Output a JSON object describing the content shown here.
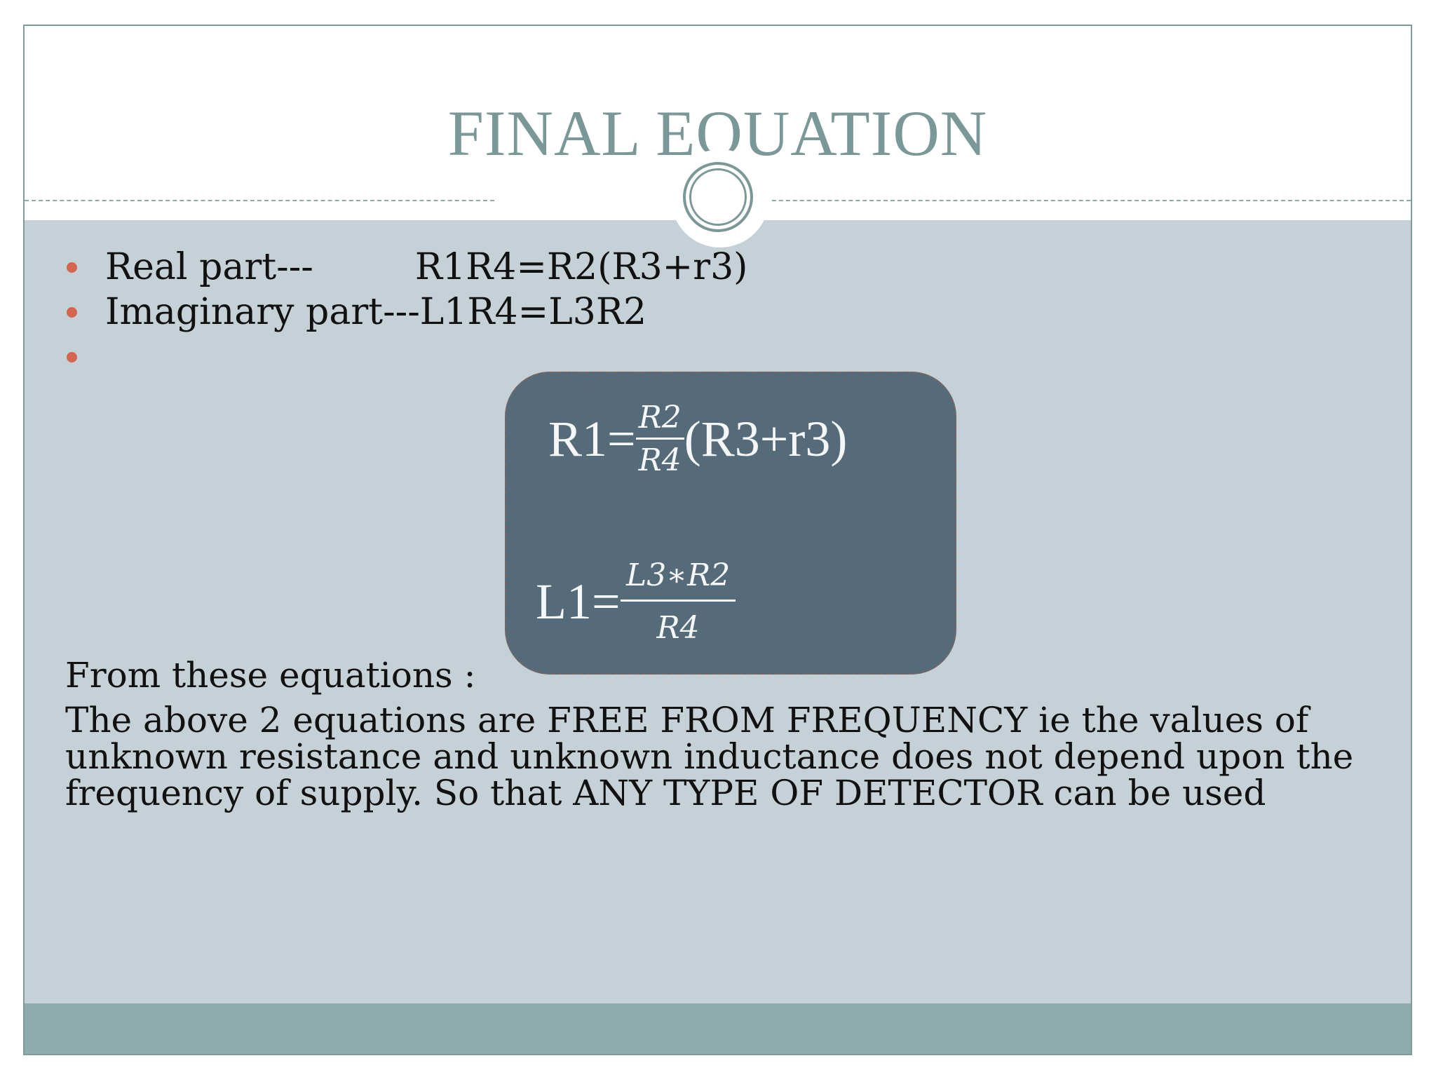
{
  "slide": {
    "title": "FINAL EQUATION",
    "bullets": [
      {
        "label": "Real part---",
        "value": "R1R4=R2(R3+r3)"
      },
      {
        "label": "Imaginary part---L1R4=L3R2",
        "value": ""
      },
      {
        "label": "",
        "value": ""
      }
    ],
    "equations": {
      "r1": {
        "lhs": "R1=",
        "numerator": "R2",
        "denominator": "R4",
        "rhs": "(R3+r3)"
      },
      "l1": {
        "lhs": "L1=",
        "numerator": "L3∗R2",
        "denominator": "R4"
      }
    },
    "lead": "From these equations :",
    "paragraph": "The above 2 equations are FREE FROM FREQUENCY ie the values of unknown resistance and unknown inductance does not depend upon the frequency of supply. So that ANY TYPE OF DETECTOR can be used"
  },
  "colors": {
    "title": "#7a9897",
    "body_background": "#c5d1d6",
    "footer_band": "#8eabad",
    "bullet": "#d3664c",
    "equation_box": "#566b7a"
  }
}
